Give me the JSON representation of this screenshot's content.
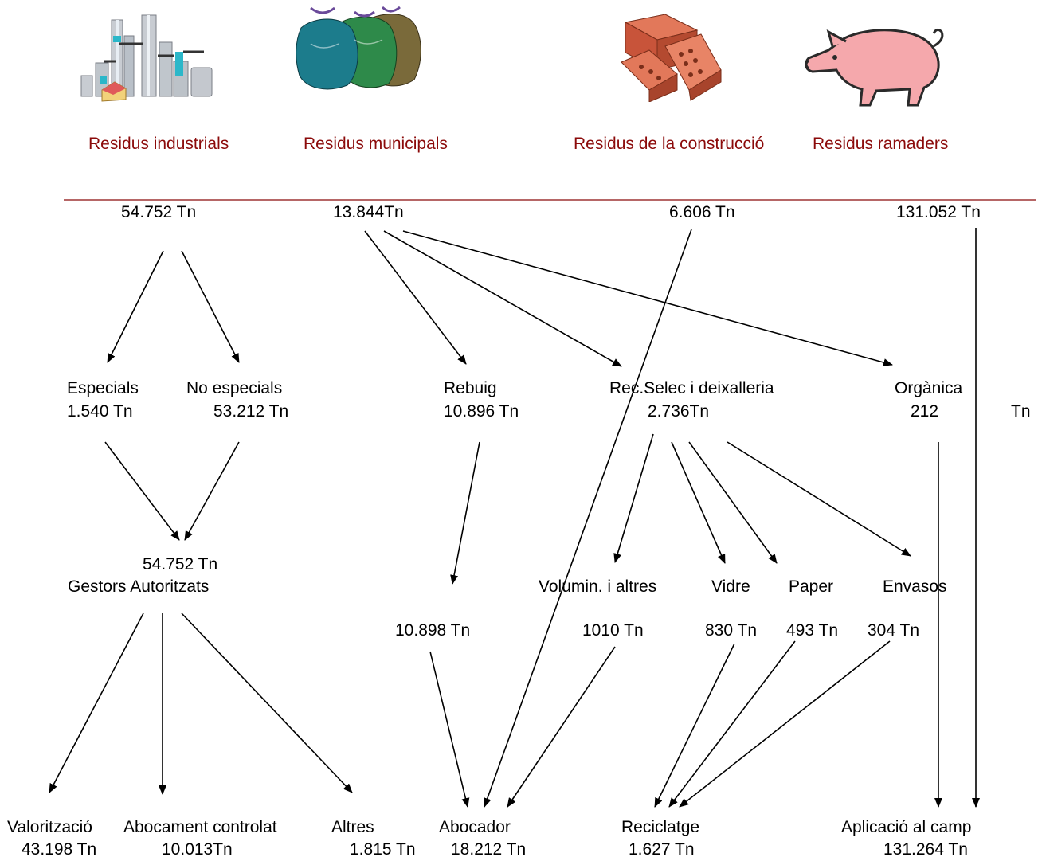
{
  "colors": {
    "category_text": "#8b0a0a",
    "text": "#000000",
    "rule": "#8b0a0a"
  },
  "icons": [
    "factory-icon",
    "garbage-bags-icon",
    "bricks-icon",
    "pig-icon"
  ],
  "categories": {
    "industrials": "Residus industrials",
    "municipals": "Residus municipals",
    "construccio": "Residus de la construcció",
    "ramaders": "Residus ramaders"
  },
  "totals": {
    "industrials": "54.752 Tn",
    "municipals": "13.844Tn",
    "construccio": "6.606 Tn",
    "ramaders": "131.052 Tn"
  },
  "industrial": {
    "especials_label": "Especials",
    "especials_value": "1.540 Tn",
    "noespecials_label": "No especials",
    "noespecials_value": "53.212 Tn",
    "gestors_value": "54.752 Tn",
    "gestors_label": "Gestors Autoritzats"
  },
  "municipal": {
    "rebuig_label": "Rebuig",
    "rebuig_value": "10.896 Tn",
    "recselec_label": "Rec.Selec i deixalleria",
    "recselec_value": "2.736Tn",
    "organica_label": "Orgànica",
    "organica_value": "212",
    "organica_unit": "Tn"
  },
  "selective": {
    "volumin_label": "Volumin. i altres",
    "vidre_label": "Vidre",
    "paper_label": "Paper",
    "envasos_label": "Envasos",
    "rebuig_value": "10.898 Tn",
    "volumin_value": "1010 Tn",
    "vidre_value": "830 Tn",
    "paper_value": "493 Tn",
    "envasos_value": "304 Tn"
  },
  "destinations": {
    "valoritzacio_label": "Valorització",
    "valoritzacio_value": "43.198 Tn",
    "abocament_label": "Abocament controlat",
    "abocament_value": "10.013Tn",
    "altres_label": "Altres",
    "altres_value": "1.815 Tn",
    "abocador_label": "Abocador",
    "abocador_value": "18.212 Tn",
    "reciclatge_label": "Reciclatge",
    "reciclatge_value": "1.627 Tn",
    "aplicacio_label": "Aplicació al camp",
    "aplicacio_value": "131.264 Tn"
  }
}
